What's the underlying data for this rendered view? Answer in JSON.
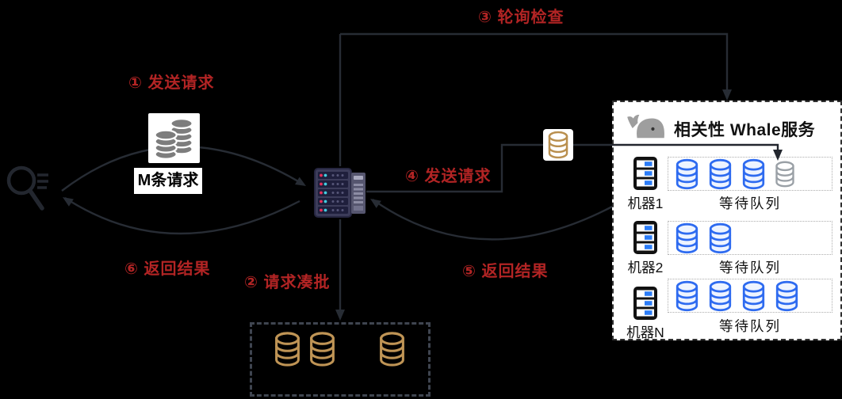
{
  "steps": {
    "s1": "① 发送请求",
    "s2": "② 请求凑批",
    "s3": "③ 轮询检查",
    "s4": "④ 发送请求",
    "s5": "⑤ 返回结果",
    "s6": "⑥ 返回结果"
  },
  "client": {
    "icon": "search-icon",
    "requests_label": "M条请求",
    "requests_icon": "coin-stack-icon"
  },
  "broker": {
    "icon": "server-icon"
  },
  "transfer": {
    "icon": "database-icon"
  },
  "batch_box": {
    "icon": "database-icon",
    "database_count": 3
  },
  "whale_service": {
    "icon": "whale-icon",
    "title": "相关性 Whale服务",
    "machines": [
      {
        "name": "机器1",
        "queue_label": "等待队列",
        "queue_pending": 3,
        "queue_incoming": 1
      },
      {
        "name": "机器2",
        "queue_label": "等待队列",
        "queue_pending": 2,
        "queue_incoming": 0
      },
      {
        "name": "机器N",
        "queue_label": "等待队列",
        "queue_pending": 4,
        "queue_incoming": 0
      }
    ]
  },
  "colors": {
    "background": "#000000",
    "step_red": "#b22424",
    "line": "#272c34",
    "queue_db_blue": "#2e6bf0",
    "incoming_db_gray": "#9aa0a6",
    "batch_db_gold": "#bf9455",
    "rack_blue": "#2b7cf7"
  }
}
